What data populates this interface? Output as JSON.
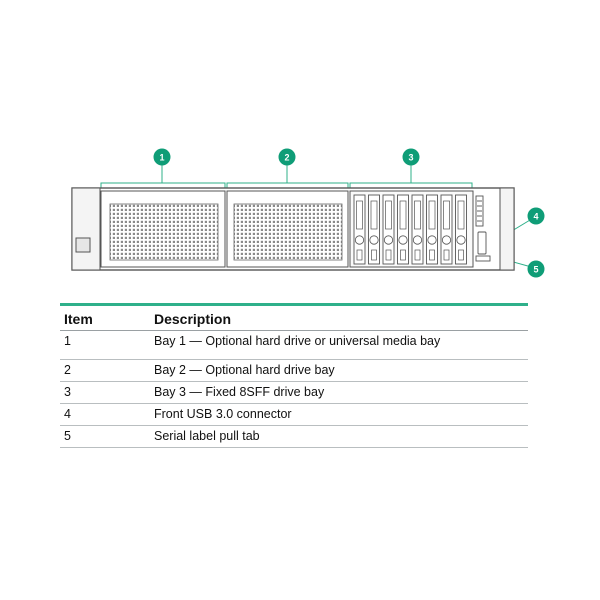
{
  "diagram": {
    "callouts": [
      "1",
      "2",
      "3",
      "4",
      "5"
    ],
    "colors": {
      "callout_fill": "#0f9d77",
      "bracket_line": "#2fb08a",
      "chassis_stroke": "#555555"
    }
  },
  "table": {
    "headers": {
      "item": "Item",
      "description": "Description"
    },
    "rows": [
      {
        "item": "1",
        "description": "Bay 1 — Optional hard drive or universal media bay"
      },
      {
        "item": "2",
        "description": "Bay 2 — Optional hard drive bay"
      },
      {
        "item": "3",
        "description": "Bay 3 — Fixed 8SFF drive bay"
      },
      {
        "item": "4",
        "description": "Front USB 3.0 connector"
      },
      {
        "item": "5",
        "description": "Serial label pull tab"
      }
    ],
    "rule_color": "#2fb08a"
  }
}
